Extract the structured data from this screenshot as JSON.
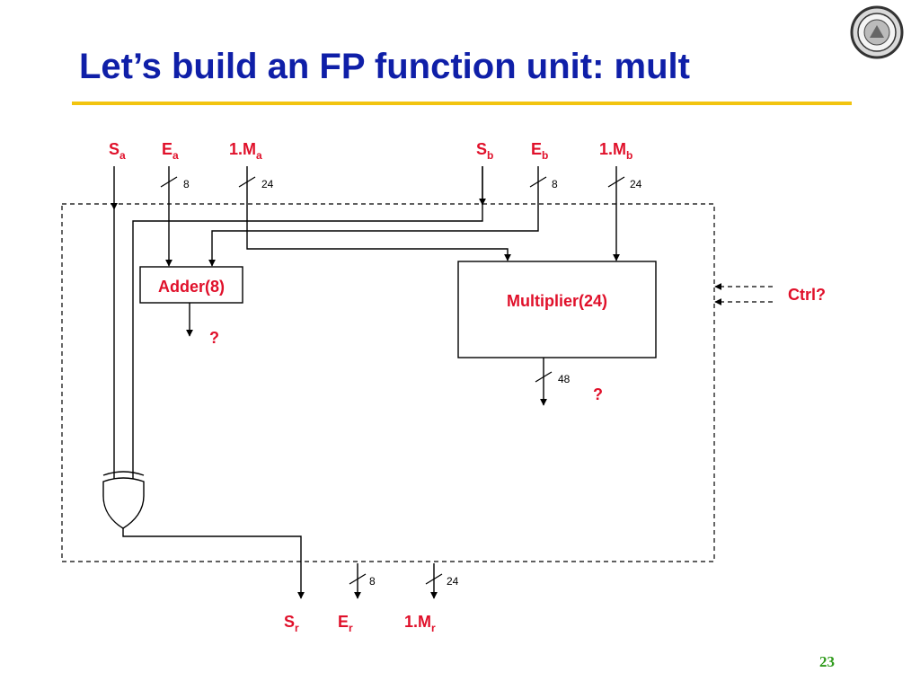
{
  "slide": {
    "title": "Let’s build an FP function unit: mult",
    "page_number": "23",
    "logo_icon": "university-seal-icon",
    "title_rule_color": "#f2c40f",
    "title_color": "#0f1fa8",
    "label_color": "#e0102a"
  },
  "inputs": [
    {
      "base": "S",
      "sub": "a"
    },
    {
      "base": "E",
      "sub": "a"
    },
    {
      "base": "1.M",
      "sub": "a"
    },
    {
      "base": "S",
      "sub": "b"
    },
    {
      "base": "E",
      "sub": "b"
    },
    {
      "base": "1.M",
      "sub": "b"
    }
  ],
  "outputs": [
    {
      "base": "S",
      "sub": "r"
    },
    {
      "base": "E",
      "sub": "r"
    },
    {
      "base": "1.M",
      "sub": "r"
    }
  ],
  "bus_widths": {
    "ea": "8",
    "ma": "24",
    "eb": "8",
    "mb": "24",
    "product": "48",
    "er": "8",
    "mr": "24"
  },
  "blocks": {
    "adder": "Adder(8)",
    "multiplier": "Multiplier(24)",
    "adder_out": "?",
    "mult_out": "?",
    "ctrl": "Ctrl?"
  },
  "gate_icon": "xor-gate-icon"
}
